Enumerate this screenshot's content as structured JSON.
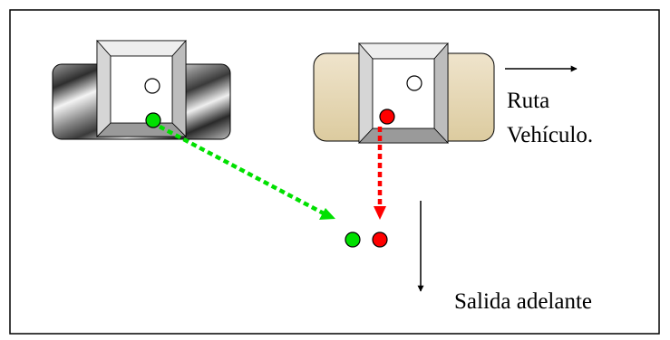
{
  "labels": {
    "route_line1": "Ruta",
    "route_line2": "Vehículo.",
    "exit": "Salida adelante"
  },
  "colors": {
    "frame": "#000000",
    "green": "#00e000",
    "red": "#ff0000",
    "white_dot": "#ffffff",
    "chrome_dark": "#303030",
    "chrome_light": "#f0f0f0",
    "tan": "#e9dcc0",
    "tan_dark": "#d5c49a",
    "bevel_light": "#ededed",
    "bevel_mid": "#c8c8c8",
    "bevel_dark": "#9a9a9a"
  },
  "icons": {
    "left_block": "chrome-block-icon",
    "right_block": "tan-block-icon",
    "route_arrow": "arrow-right-icon",
    "exit_arrow": "arrow-down-icon"
  }
}
